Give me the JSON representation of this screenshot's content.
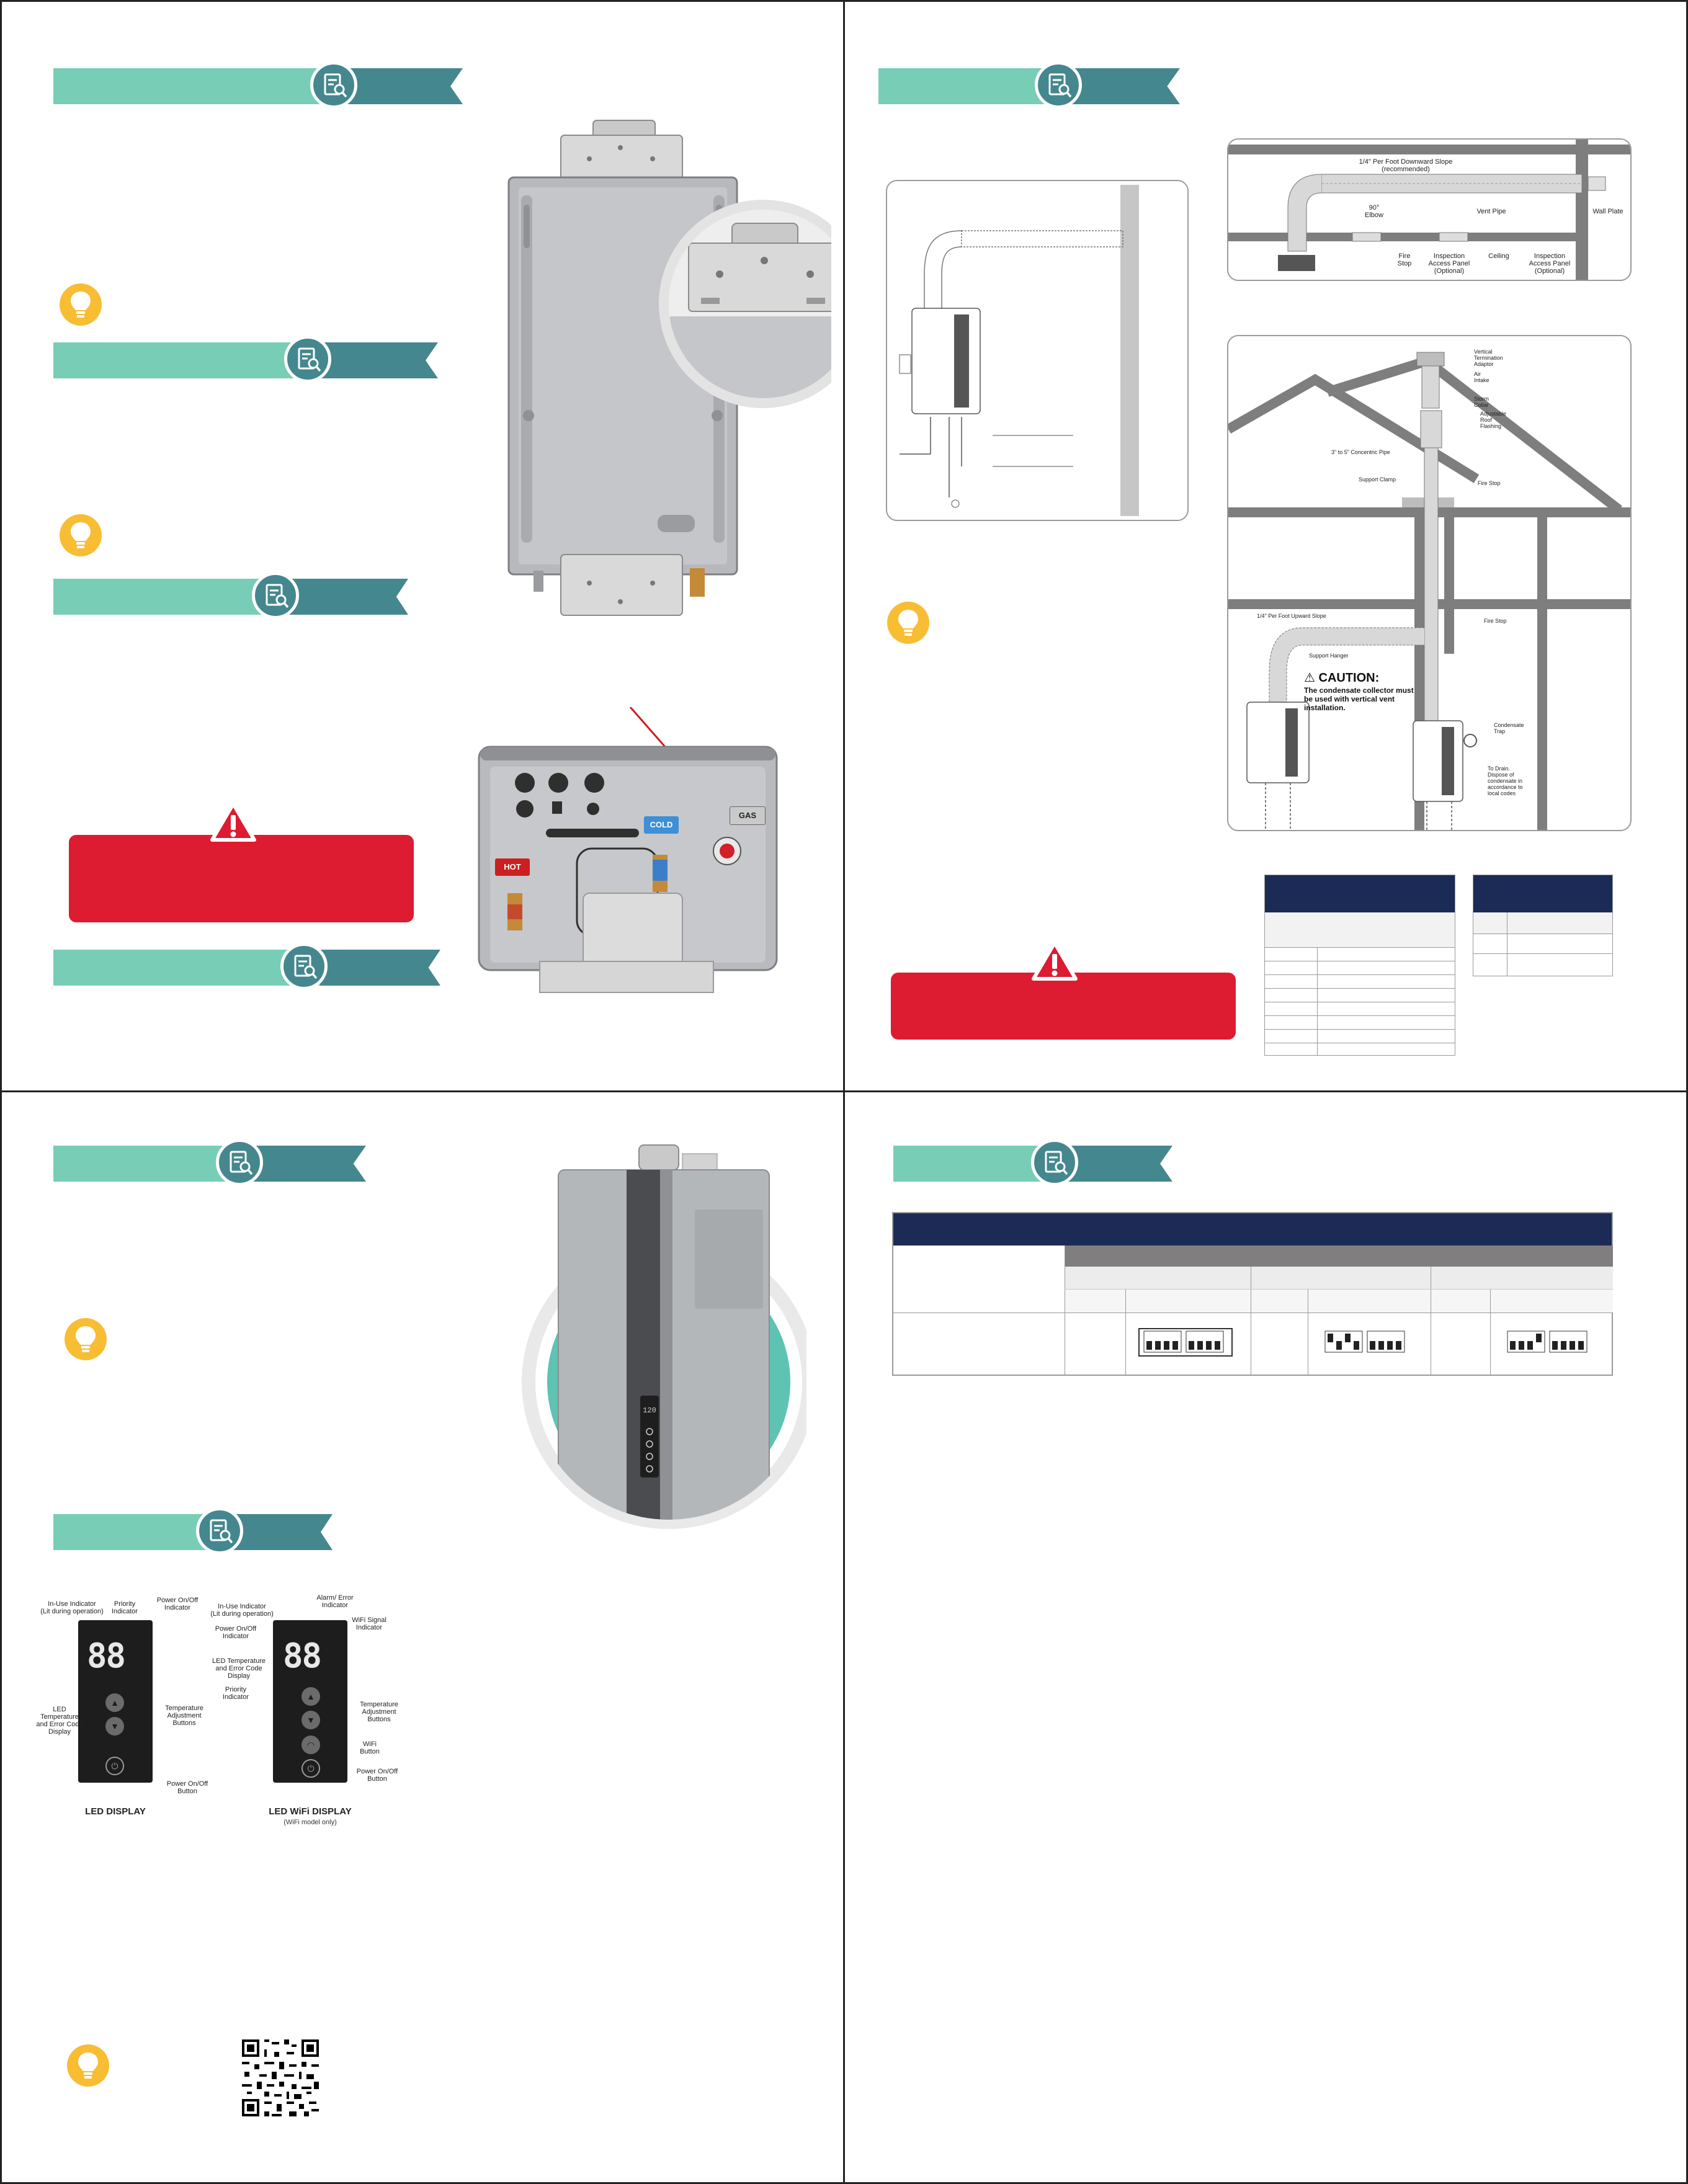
{
  "colors": {
    "banner_teal": "#78cdb7",
    "banner_dark": "#45878e",
    "tip_yellow": "#f8bd33",
    "warning_red": "#dd1b31",
    "table_navy": "#1c2b56",
    "table_gray": "#807e7f"
  },
  "icons": {
    "banner": "document-search-icon",
    "tip": "lightbulb-icon",
    "warning": "warning-triangle-icon"
  },
  "connections": {
    "gas": "GAS",
    "cold": "COLD",
    "hot": "HOT"
  },
  "horizontal_vent_diagram": {
    "slope": "1/4\" Per Foot Downward Slope\n(recommended)",
    "elbow": "90°\nElbow",
    "vent_pipe": "Vent Pipe",
    "wall_plate": "Wall Plate",
    "fire_stop": "Fire\nStop",
    "inspection_1": "Inspection\nAccess Panel\n(Optional)",
    "ceiling": "Ceiling",
    "inspection_2": "Inspection\nAccess Panel\n(Optional)"
  },
  "vertical_vent_diagram": {
    "termination": "Vertical\nTermination\nAdaptor",
    "air_intake": "Air\nIntake",
    "storm_collar": "Storm\nCollar",
    "roof_flashing": "Adjustable\nRoof\nFlashing",
    "concentric_pipe": "3\" to 5\" Concentric Pipe",
    "support_clamp": "Support Clamp",
    "fire_stop_1": "Fire Stop",
    "upward_slope": "1/4\" Per Foot Upward Slope",
    "fire_stop_2": "Fire Stop",
    "support_hanger": "Support Hanger",
    "caution_heading": "CAUTION:",
    "caution_text": "The condensate collector must be used with vertical vent installation.",
    "condensate_trap": "Condensate\nTrap",
    "to_drain": "To Drain.\nDispose of\ncondensate in\naccordance to\nlocal codes"
  },
  "led_display": {
    "in_use": "In-Use Indicator\n(Lit during operation)",
    "priority": "Priority\nIndicator",
    "power_indicator": "Power On/Off\nIndicator",
    "led_temp": "LED\nTemperature\nand Error Code\nDisplay",
    "temp_buttons": "Temperature\nAdjustment\nButtons",
    "power_button": "Power On/Off\nButton",
    "title": "LED DISPLAY",
    "digits": "88"
  },
  "wifi_display": {
    "alarm": "Alarm/ Error\nIndicator",
    "in_use": "In-Use Indicator\n(Lit during operation)",
    "wifi_signal": "WiFi Signal\nIndicator",
    "power_indicator": "Power On/Off\nIndicator",
    "led_temp": "LED Temperature\nand Error Code\nDisplay",
    "priority": "Priority\nIndicator",
    "temp_buttons": "Temperature\nAdjustment\nButtons",
    "wifi_button": "WiFi\nButton",
    "power_button": "Power On/Off\nButton",
    "title": "LED WiFi DISPLAY",
    "subtitle": "(WiFi model only)",
    "digits": "88"
  },
  "front_display_digits": "120"
}
